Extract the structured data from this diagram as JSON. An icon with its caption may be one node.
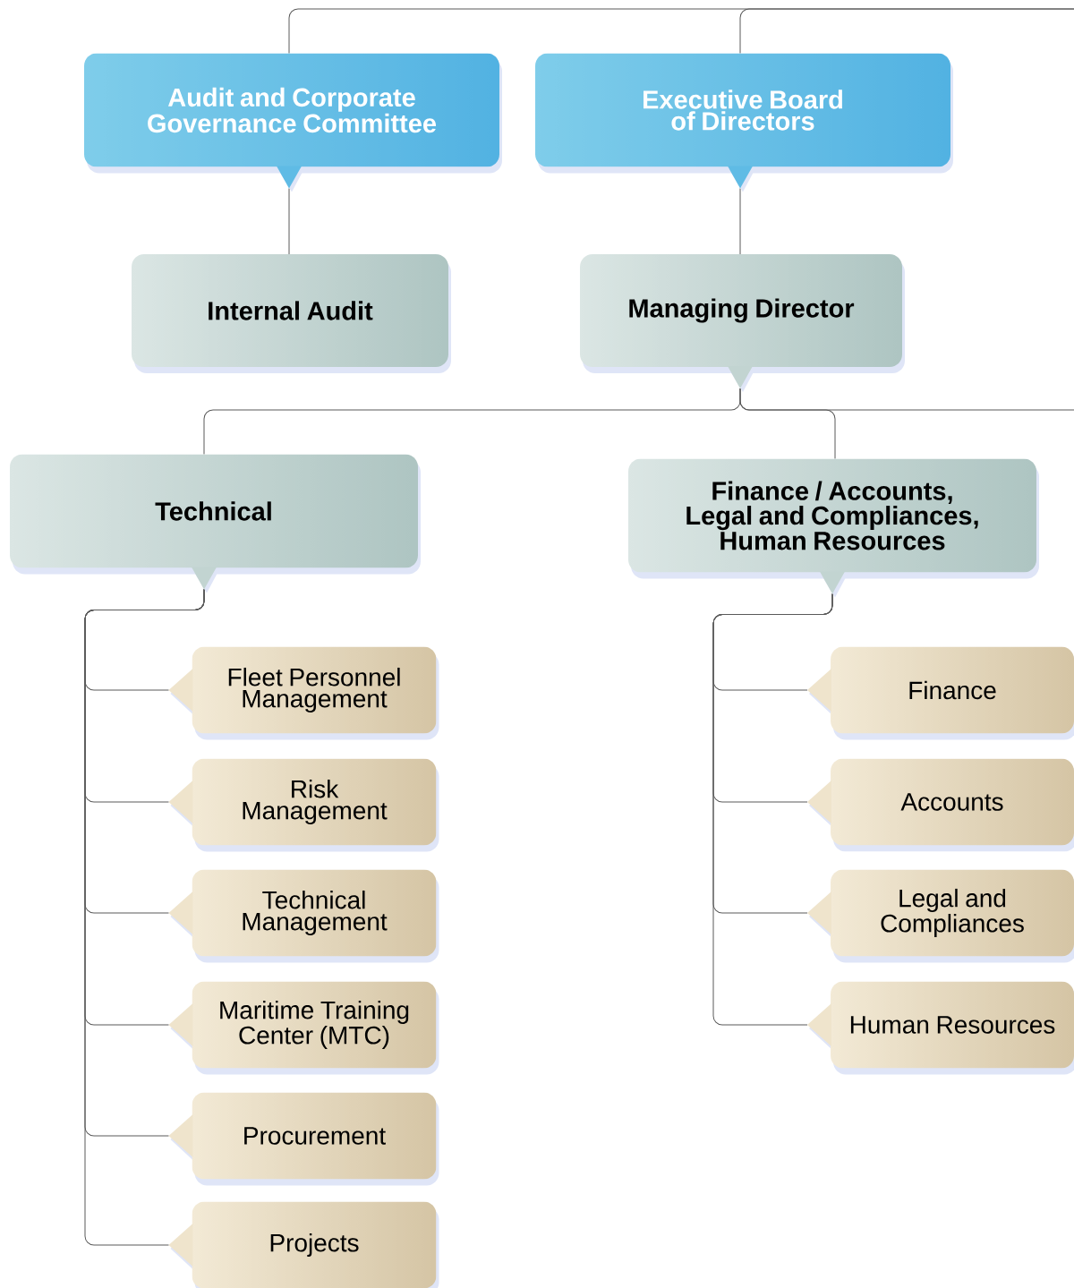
{
  "diagram": {
    "nodes": [
      {
        "text": [
          "Audit and Corporate Governance Committee"
        ]
      },
      {
        "text": [
          "Executive Board of Directors"
        ]
      },
      {
        "text": [
          "Internal Audit"
        ]
      },
      {
        "text": [
          "Managing Director"
        ]
      },
      {
        "text": [
          "Technical"
        ]
      },
      {
        "text": [
          "Finance / Accounts, Legal and Compliances, Human Resources"
        ]
      },
      {
        "text": [
          "Fleet Personnel Management"
        ]
      },
      {
        "text": [
          "Risk Management"
        ]
      },
      {
        "text": [
          "Technical Management"
        ]
      },
      {
        "text": [
          "Maritime Training Center (MTC)"
        ]
      },
      {
        "text": [
          "Procurement"
        ]
      },
      {
        "text": [
          "Projects"
        ]
      },
      {
        "text": [
          "Finance"
        ]
      },
      {
        "text": [
          "Accounts"
        ]
      },
      {
        "text": [
          "Legal and Compliances"
        ]
      },
      {
        "text": [
          "Human Resources"
        ]
      }
    ],
    "edges": [
      {
        "from": null,
        "to": 0,
        "arrow": "none"
      },
      {
        "from": null,
        "to": 1,
        "arrow": "none"
      },
      {
        "from": 0,
        "to": 2,
        "arrow": "none"
      },
      {
        "from": 1,
        "to": 3,
        "arrow": "none"
      },
      {
        "from": 3,
        "to": 4,
        "arrow": "none"
      },
      {
        "from": 3,
        "to": 5,
        "arrow": "none"
      },
      {
        "from": 3,
        "to": null,
        "arrow": "none"
      },
      {
        "from": 4,
        "to": 6,
        "arrow": "none"
      },
      {
        "from": 4,
        "to": 7,
        "arrow": "none"
      },
      {
        "from": 4,
        "to": 8,
        "arrow": "none"
      },
      {
        "from": 4,
        "to": 9,
        "arrow": "none"
      },
      {
        "from": 4,
        "to": 10,
        "arrow": "none"
      },
      {
        "from": 4,
        "to": 11,
        "arrow": "none"
      },
      {
        "from": 5,
        "to": 12,
        "arrow": "none"
      },
      {
        "from": 5,
        "to": 13,
        "arrow": "none"
      },
      {
        "from": 5,
        "to": 14,
        "arrow": "none"
      },
      {
        "from": 5,
        "to": 15,
        "arrow": "none"
      }
    ]
  }
}
